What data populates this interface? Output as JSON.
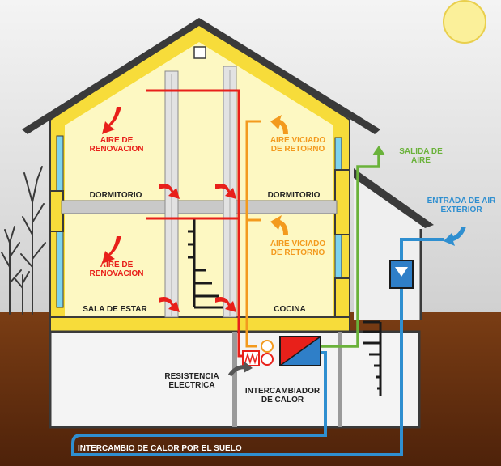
{
  "labels": {
    "fresh_air_upper": "AIRE DE\nRENOVACION",
    "fresh_air_lower": "AIRE DE\nRENOVACION",
    "return_air_upper": "AIRE VICIADO\nDE RETORNO",
    "return_air_lower": "AIRE VICIADO\nDE RETORNO",
    "bedroom_left": "DORMITORIO",
    "bedroom_right": "DORMITORIO",
    "living_room": "SALA DE ESTAR",
    "kitchen": "COCINA",
    "air_exit": "SALIDA DE\nAIRE",
    "outdoor_air_intake": "ENTRADA DE AIR\nEXTERIOR",
    "electric_resistance": "RESISTENCIA\nELECTRICA",
    "heat_exchanger": "INTERCAMBIADOR\nDE CALOR",
    "ground_heat_exchange": "INTERCAMBIO DE CALOR POR EL SUELO"
  },
  "colors": {
    "fresh_air": "#e8201a",
    "return_air": "#f39a1e",
    "exhaust_air": "#6ab23a",
    "outdoor_air": "#2f8fd0",
    "insulation": "#f7dc3a",
    "interior": "#fdf8c2",
    "ground": "#6e3410",
    "roof": "#3a3a3a"
  },
  "icons": {
    "sun": "sun-icon",
    "trees": "tree-icon",
    "filter": "filter-icon",
    "heat_exchanger": "heat-exchanger-icon",
    "resistance": "heater-coil-icon"
  }
}
